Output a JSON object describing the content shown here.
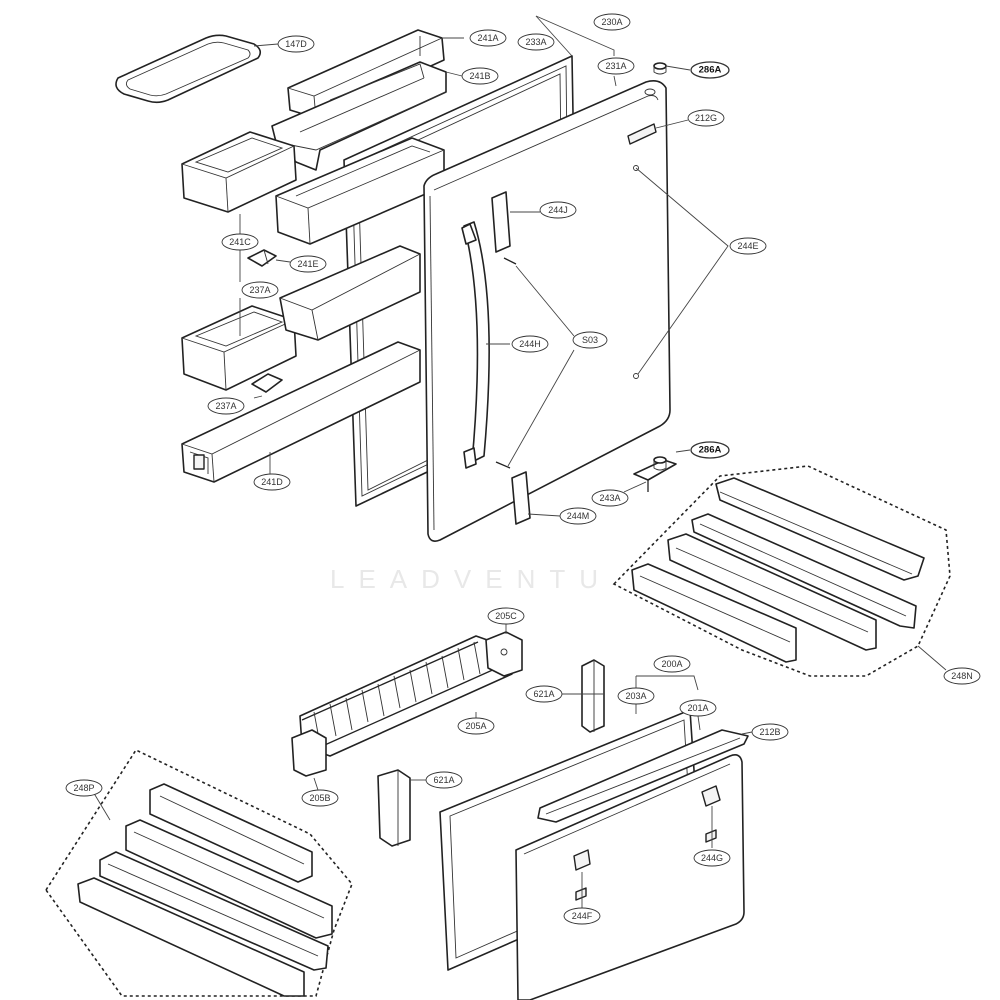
{
  "watermark": "LEADVENTU",
  "labels": {
    "l147D": "147D",
    "l241A": "241A",
    "l233A": "233A",
    "l230A": "230A",
    "l231A": "231A",
    "l286A_top": "286A",
    "l241B": "241B",
    "l212G": "212G",
    "l244J": "244J",
    "l244E": "244E",
    "l241C": "241C",
    "l241E": "241E",
    "l237A_1": "237A",
    "l244H": "244H",
    "lS03": "S03",
    "l237A_2": "237A",
    "l241D": "241D",
    "l286A_mid": "286A",
    "l243A": "243A",
    "l244M": "244M",
    "l248N": "248N",
    "l205C": "205C",
    "l205A": "205A",
    "l205B": "205B",
    "l621A_1": "621A",
    "l621A_2": "621A",
    "l200A": "200A",
    "l203A": "203A",
    "l201A": "201A",
    "l212B": "212B",
    "l248P": "248P",
    "l244G": "244G",
    "l244F": "244F"
  }
}
